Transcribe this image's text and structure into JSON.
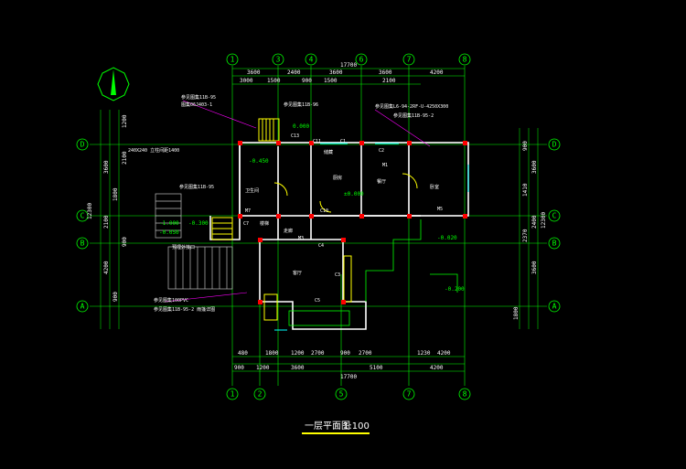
{
  "drawing": {
    "title": "一层平面图",
    "scale": "1:100",
    "colors": {
      "background": "#000000",
      "grid": "#00ff00",
      "dims": "#ffffff",
      "walls": "#ffffff",
      "columns": "#ff0000",
      "doors": "#ffff00",
      "windows": "#00ffff",
      "magenta": "#ff00ff"
    },
    "north_icon": "north-arrow-icon"
  },
  "axes": {
    "top": [
      "1",
      "3",
      "4",
      "6",
      "7",
      "8"
    ],
    "bottom": [
      "1",
      "2",
      "5",
      "7",
      "8"
    ],
    "left": [
      "D",
      "C",
      "B",
      "A"
    ],
    "right": [
      "D",
      "C",
      "B",
      "A"
    ]
  },
  "dims": {
    "top_total": "17700",
    "top_row1": [
      "3600",
      "2400",
      "3600",
      "3600",
      "4200"
    ],
    "top_row2": [
      "3000",
      "1500",
      "900",
      "1500",
      "2100"
    ],
    "bottom_total": "17700",
    "bottom_row1": [
      "900",
      "1200",
      "3600",
      "5100",
      "4200"
    ],
    "bottom_row2": [
      "480",
      "1800",
      "1200",
      "2700",
      "900",
      "2700",
      "1230",
      "4200"
    ],
    "left_outer": [
      "12300",
      "4200",
      "3600",
      "2100",
      "1800",
      "900"
    ],
    "left_inner": [
      "1200",
      "2100",
      "900"
    ],
    "right_outer": [
      "12300",
      "3600",
      "2400",
      "3600"
    ],
    "right_inner": [
      "900",
      "1410",
      "2370",
      "1800"
    ]
  },
  "callouts": [
    "参见图集11B-95",
    "图集06J403-1",
    "参见图集11B-96",
    "参见图集L6-94-2RF-U-4250X300",
    "参见图集11B-95-2",
    "240X240 立柱间距1400",
    "参见图集11B-95",
    "参见图集100PVC",
    "预埋外接口",
    "参见图集11B-95-2 雨篷详图"
  ],
  "elevations": [
    "-0.450",
    "-1.000",
    "-0.050",
    "-0.300",
    "0.000",
    "±0.000",
    "-0.020",
    "-0.200"
  ],
  "rooms": [
    "厨房",
    "餐厅",
    "客厅",
    "卧室",
    "卫生间",
    "走廊",
    "储藏",
    "楼梯"
  ],
  "marks": [
    "C1",
    "C2",
    "C3",
    "C4",
    "C5",
    "C7",
    "C10",
    "C11",
    "C13",
    "M1",
    "M3",
    "M5",
    "M7"
  ]
}
